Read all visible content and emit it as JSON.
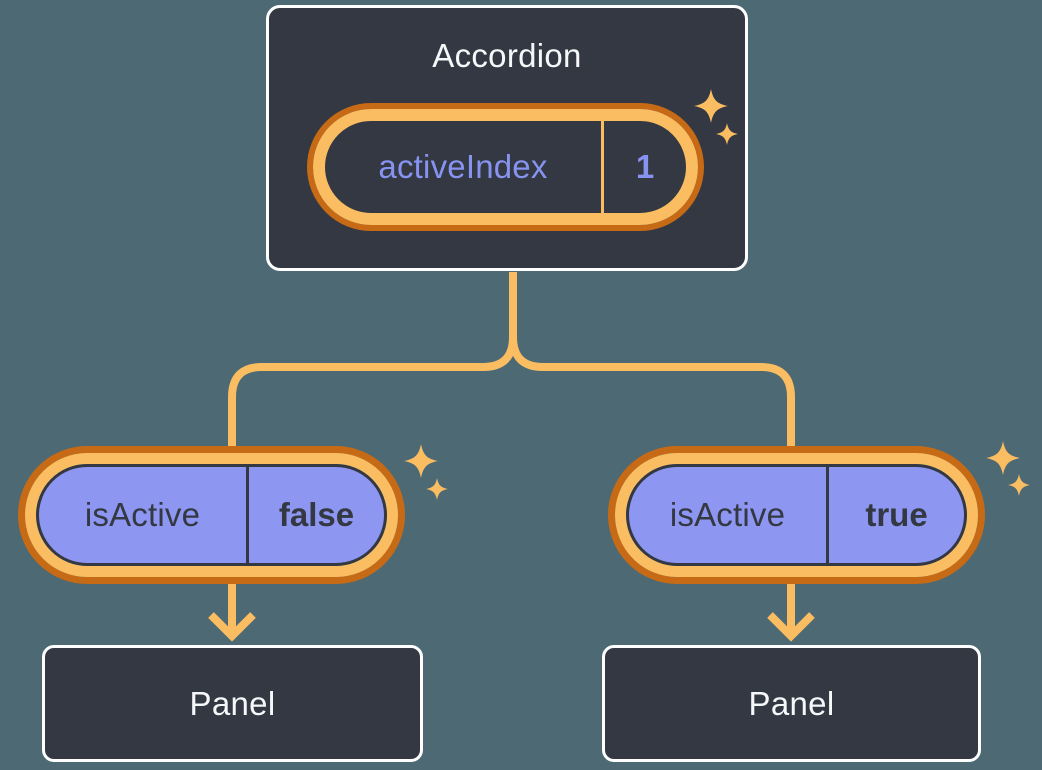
{
  "colors": {
    "background": "#4D6973",
    "node_bg": "#333842",
    "node_border": "#FFFFFF",
    "node_text": "#F6F7F9",
    "accent_light": "#FABD62",
    "accent_dark": "#C76A15",
    "pill_fill": "#8D96F0",
    "pill_text": "#333842",
    "state_text": "#8793F0"
  },
  "icons": {
    "sparkle": "four-point-star"
  },
  "root": {
    "title": "Accordion",
    "state": {
      "label": "activeIndex",
      "value": "1"
    }
  },
  "left_child": {
    "prop_label": "isActive",
    "prop_value": "false",
    "panel_label": "Panel"
  },
  "right_child": {
    "prop_label": "isActive",
    "prop_value": "true",
    "panel_label": "Panel"
  }
}
